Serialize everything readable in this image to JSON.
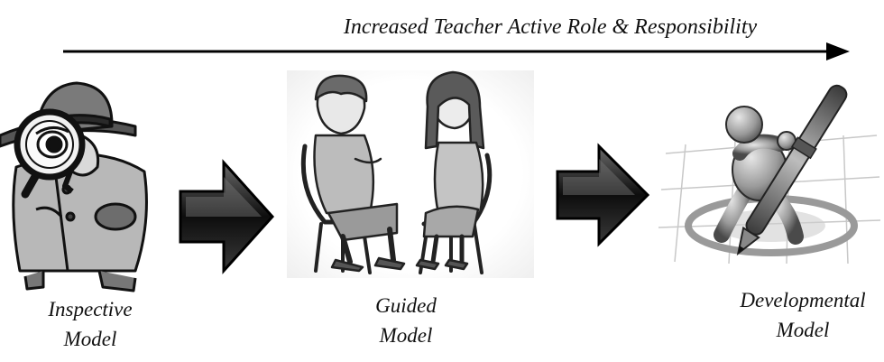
{
  "header": {
    "text": "Increased Teacher Active Role & Responsibility"
  },
  "stages": [
    {
      "line1": "Inspective",
      "line2": "Model",
      "illustration": "detective-with-magnifier"
    },
    {
      "line1": "Guided",
      "line2": "Model",
      "illustration": "two-people-talking"
    },
    {
      "line1": "Developmental",
      "line2": "Model",
      "illustration": "figure-with-pen-on-grid"
    }
  ],
  "icons": [
    "progress-arrow",
    "block-arrow",
    "block-arrow"
  ],
  "colors": {
    "ink": "#111111",
    "arrow_dark": "#0d0d0d",
    "arrow_mid": "#555555"
  }
}
